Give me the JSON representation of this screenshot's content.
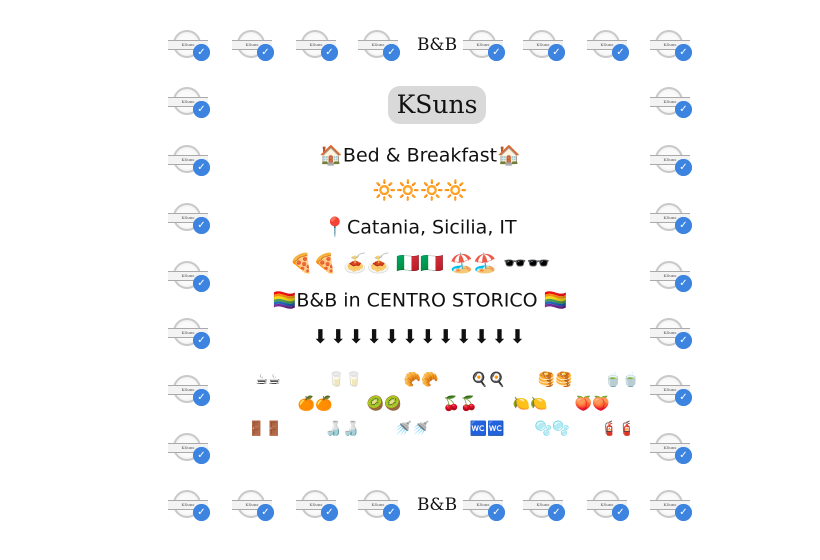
{
  "badge_text": "KSuns",
  "top_label": "B&B",
  "bottom_label": "B&B",
  "logo": "KSuns",
  "title": "🏠Bed & Breakfast🏠",
  "suns": "🔆🔆🔆🔆",
  "location": "📍Catania, Sicilia, IT",
  "icons_line": "🍕🍕 🍝🍝 🇮🇹🇮🇹 🏖️🏖️ 🕶️🕶️",
  "tagline": "🏳️‍🌈B&B in CENTRO STORICO 🏳️‍🌈",
  "arrows": "⬇⬇⬇⬇⬇⬇⬇⬇⬇⬇⬇⬇",
  "amenities": [
    [
      "☕☕",
      "🥛🥛",
      "🥐🥐",
      "🍳🍳",
      "🥞🥞",
      "🍵🍵"
    ],
    [
      "🍊🍊",
      "🥝🥝",
      "🍒🍒",
      "🍋🍋",
      "🍑🍑"
    ],
    [
      "🚪🚪",
      "🍶🍶",
      "🚿🚿",
      "🚾🚾",
      "🫧🫧",
      "🧯🧯"
    ]
  ],
  "colors": {
    "check": "#3d84e0",
    "logo_bg": "#d9d9d9"
  }
}
